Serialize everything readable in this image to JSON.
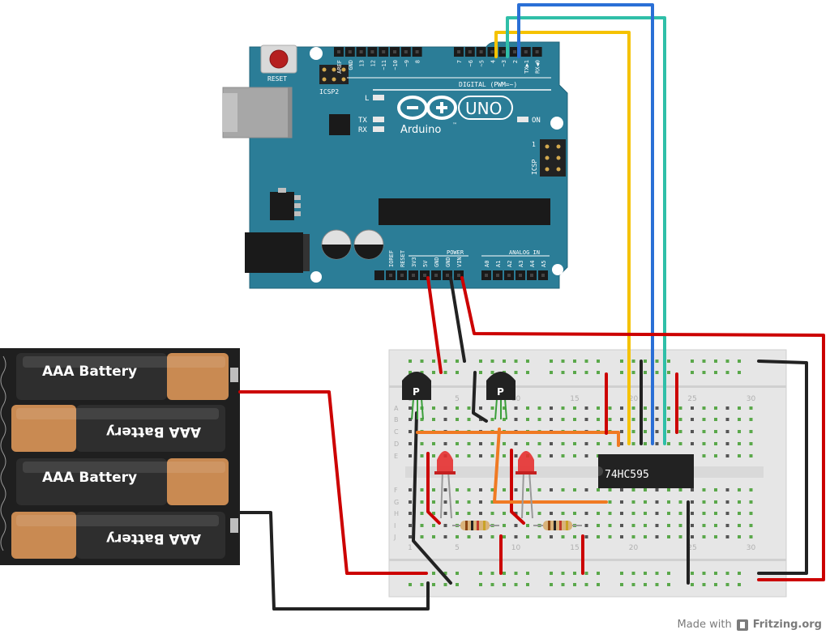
{
  "footer": {
    "made_with": "Made with",
    "brand": "Fritzing.org"
  },
  "arduino": {
    "reset": "RESET",
    "icsp2": "ICSP2",
    "icsp": "ICSP",
    "l": "L",
    "tx": "TX",
    "rx": "RX",
    "on": "ON",
    "uno": "UNO",
    "arduino": "Arduino",
    "tm": "™",
    "digital": "DIGITAL (PWM=~)",
    "power": "POWER",
    "analog": "ANALOG IN",
    "icsp_pin1": "1",
    "digital_pins": [
      "AREF",
      "GND",
      "13",
      "12",
      "~11",
      "~10",
      "~9",
      "8",
      "7",
      "~6",
      "~5",
      "4",
      "~3",
      "2",
      "TX▶1",
      "RX◀0"
    ],
    "power_pins": [
      "IOREF",
      "RESET",
      "3V3",
      "5V",
      "GND",
      "GND",
      "VIN"
    ],
    "analog_pins": [
      "A0",
      "A1",
      "A2",
      "A3",
      "A4",
      "A5"
    ]
  },
  "batteries": {
    "label": "AAA Battery"
  },
  "breadboard": {
    "row_letters_top": [
      "A",
      "B",
      "C",
      "D",
      "E"
    ],
    "row_letters_bottom": [
      "F",
      "G",
      "H",
      "I",
      "J"
    ],
    "col_numbers": [
      "1",
      "5",
      "10",
      "15",
      "20",
      "25",
      "30"
    ]
  },
  "components": {
    "chip": "74HC595",
    "transistor_mark": "P"
  },
  "colors": {
    "board": "#2b7d97",
    "red_wire": "#cc0000",
    "black_wire": "#222222",
    "yellow_wire": "#f5c200",
    "blue_wire": "#2a6fd6",
    "teal_wire": "#2fbfa8",
    "orange_wire": "#f07a23"
  }
}
